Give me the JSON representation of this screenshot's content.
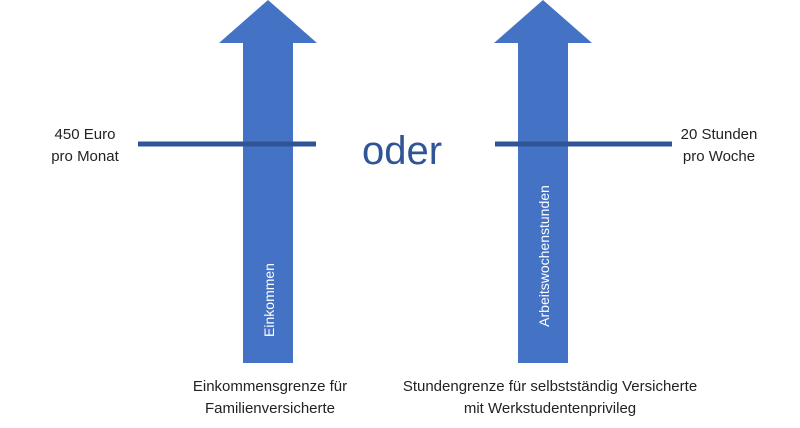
{
  "colors": {
    "arrow": "#4472C4",
    "line": "#2F5597",
    "text": "#222222",
    "oder": "#2F5597",
    "arrow_text": "#ffffff"
  },
  "left": {
    "threshold_line1": "450 Euro",
    "threshold_line2": "pro Monat",
    "arrow_label": "Einkommen",
    "caption_line1": "Einkommensgrenze für",
    "caption_line2": "Familienversicherte"
  },
  "center": {
    "connector": "oder"
  },
  "right": {
    "threshold_line1": "20 Stunden",
    "threshold_line2": "pro Woche",
    "arrow_label": "Arbeitswochenstunden",
    "caption_line1": "Stundengrenze für selbstständig Versicherte",
    "caption_line2": "mit Werkstudentenprivileg"
  }
}
